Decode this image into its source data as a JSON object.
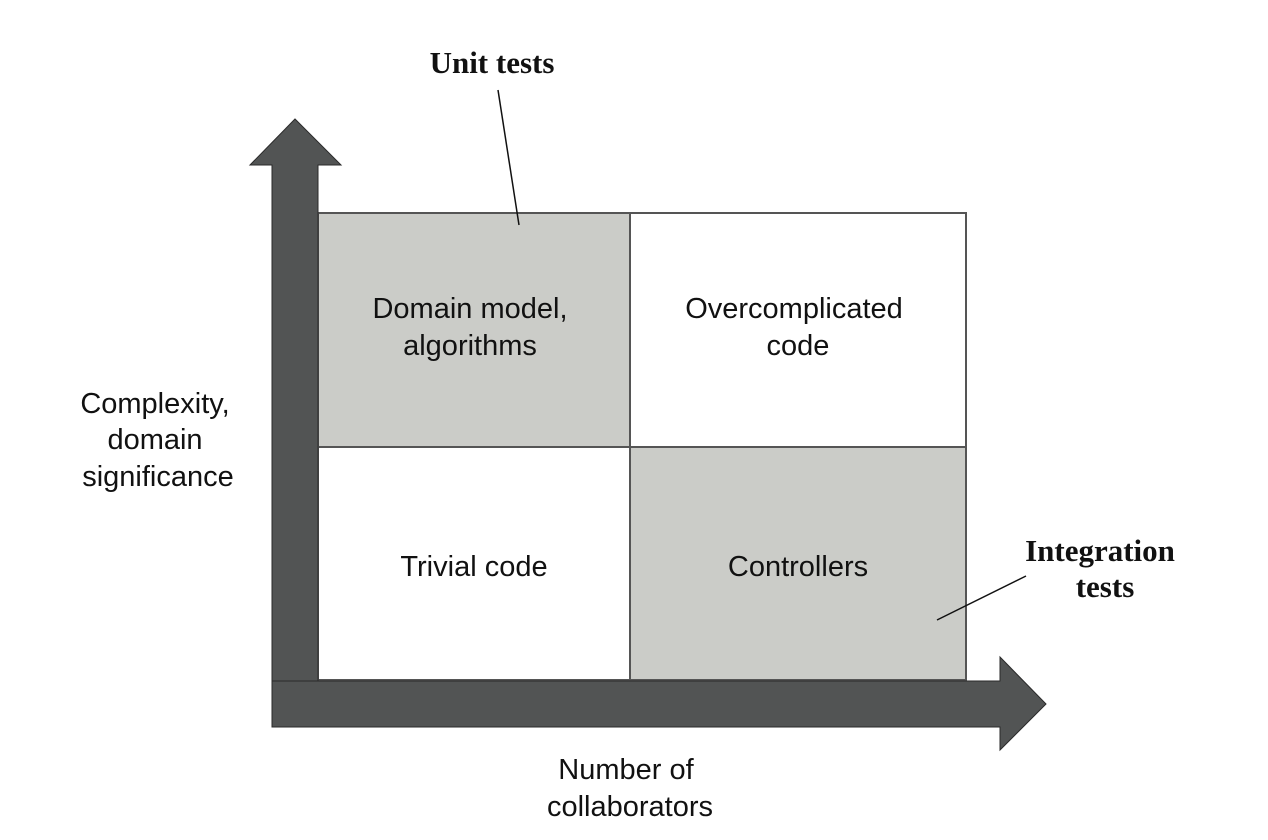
{
  "quadrants": {
    "top_left": {
      "line1": "Domain model,",
      "line2": "algorithms",
      "highlighted": true
    },
    "top_right": {
      "line1": "Overcomplicated",
      "line2": "code",
      "highlighted": false
    },
    "bottom_left": {
      "line1": "Trivial code",
      "highlighted": false
    },
    "bottom_right": {
      "line1": "Controllers",
      "highlighted": true
    }
  },
  "axes": {
    "y_label": {
      "line1": "Complexity,",
      "line2": "domain",
      "line3": "significance"
    },
    "x_label": {
      "line1": "Number of",
      "line2": "collaborators"
    }
  },
  "callouts": {
    "unit_tests": "Unit tests",
    "integration_tests": {
      "line1": "Integration",
      "line2": "tests"
    }
  },
  "colors": {
    "highlight_fill": "#cbccc8",
    "plain_fill": "#ffffff",
    "arrow_fill": "#525454",
    "grid_stroke": "#555555"
  }
}
